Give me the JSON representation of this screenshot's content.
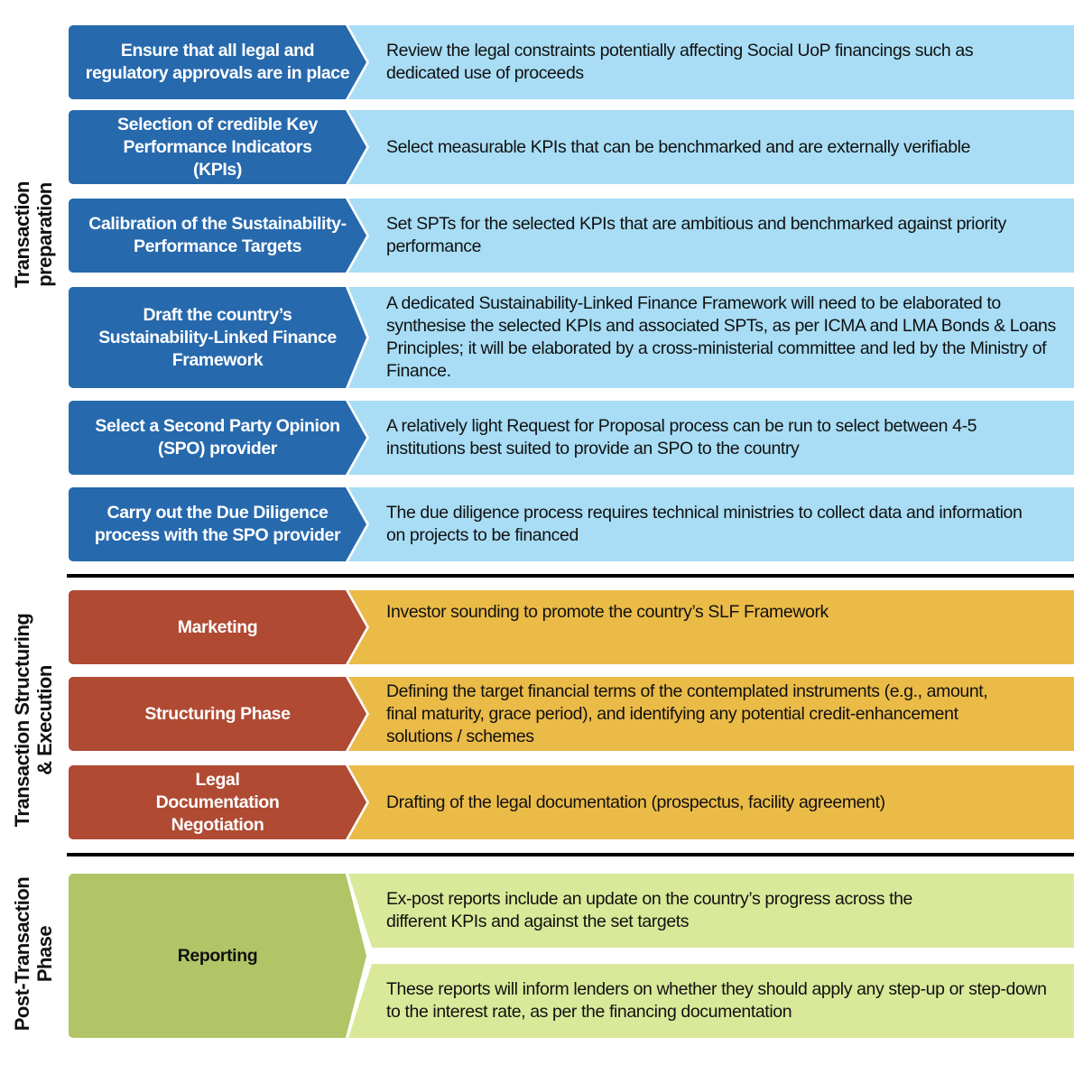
{
  "phases": [
    {
      "label_line1": "Transaction",
      "label_line2": "preparation",
      "color_left": "#2769ad",
      "color_right": "#a8ddf5"
    },
    {
      "label_line1": "Transaction Structuring",
      "label_line2": "& Execution",
      "color_left": "#b04a33",
      "color_right": "#ebbb48"
    },
    {
      "label_line1": "Post-Transaction",
      "label_line2": "Phase",
      "color_left": "#b2c566",
      "color_right": "#d9e999"
    }
  ],
  "steps": [
    {
      "title": "Ensure that all legal and regulatory approvals are in place",
      "desc": "Review the legal constraints potentially affecting Social UoP financings such as dedicated use of proceeds"
    },
    {
      "title": "Selection of credible Key Performance Indicators (KPIs)",
      "desc": "Select measurable KPIs that can be benchmarked and are externally verifiable"
    },
    {
      "title": "Calibration of the Sustainability-Performance Targets",
      "desc": "Set SPTs for the selected KPIs that are ambitious and benchmarked against priority performance"
    },
    {
      "title": "Draft the country’s Sustainability-Linked Finance Framework",
      "desc": "A dedicated Sustainability-Linked Finance Framework will need to be elaborated to synthesise the selected KPIs and associated SPTs,  as per ICMA and LMA Bonds & Loans Principles; it will be elaborated by a cross-ministerial committee and led by the Ministry of Finance."
    },
    {
      "title": "Select a Second Party Opinion (SPO) provider",
      "desc": "A relatively light Request for Proposal process can be run to select between 4-5 institutions best suited to provide an SPO to the country"
    },
    {
      "title": "Carry out the Due Diligence process with the SPO provider",
      "desc": "The due diligence process requires technical ministries to collect data and information on projects to be financed"
    },
    {
      "title": "Marketing",
      "desc": "Investor sounding to promote the country’s SLF Framework"
    },
    {
      "title": "Structuring Phase",
      "desc": "Defining the target financial terms of the contemplated instruments (e.g., amount, final maturity, grace period), and identifying any potential credit-enhancement solutions / schemes"
    },
    {
      "title": "Legal Documentation Negotiation",
      "desc": "Drafting of the legal documentation (prospectus, facility agreement)"
    },
    {
      "title": "Reporting",
      "desc1": "Ex-post reports include an update on the country’s progress across the different KPIs and against the set targets",
      "desc2": "These reports will inform lenders on whether they should apply any step-up or step-down to the interest rate, as per the financing documentation"
    }
  ]
}
